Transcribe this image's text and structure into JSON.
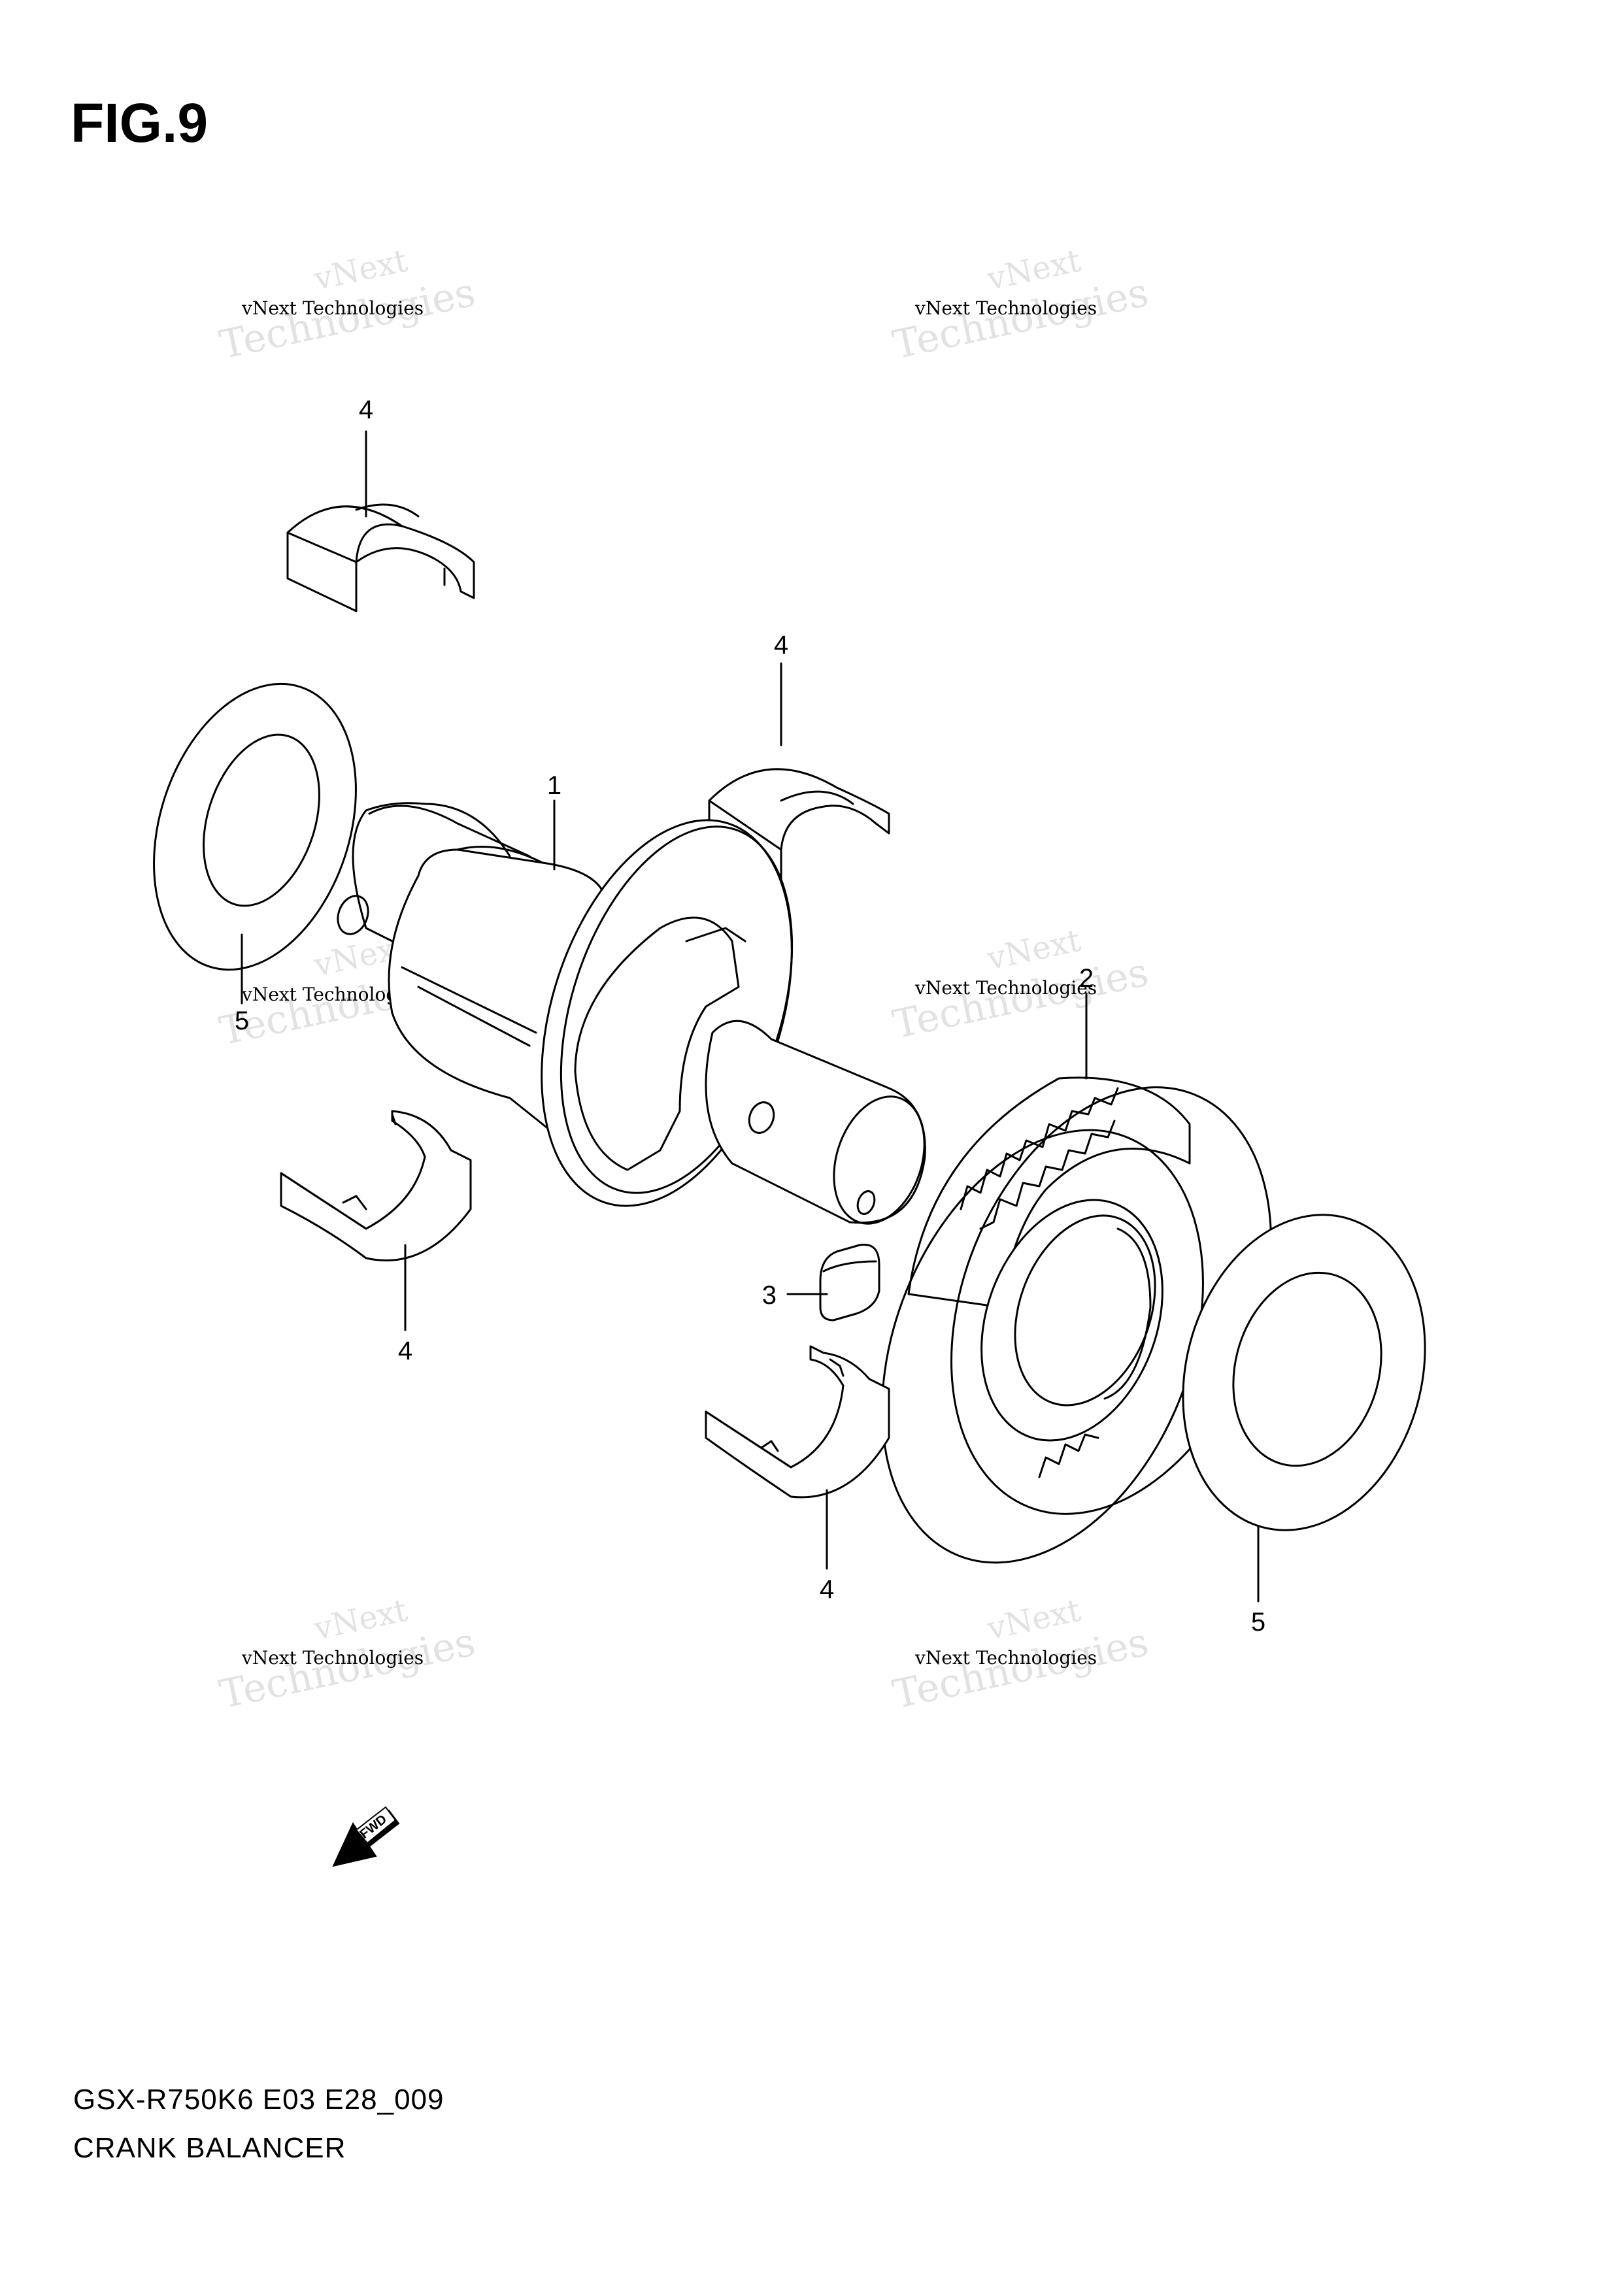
{
  "figure": {
    "title": "FIG.9",
    "code": "GSX-R750K6 E03 E28_009",
    "name": "CRANK BALANCER"
  },
  "watermark": {
    "line1": "vNext Technologies",
    "line2a": "vNext",
    "line2b": "Technologies"
  },
  "callouts": {
    "c1": "1",
    "c2": "2",
    "c3": "3",
    "c4a": "4",
    "c4b": "4",
    "c4c": "4",
    "c4d": "4",
    "c5a": "5",
    "c5b": "5"
  },
  "fwd": {
    "label": "FWD"
  }
}
